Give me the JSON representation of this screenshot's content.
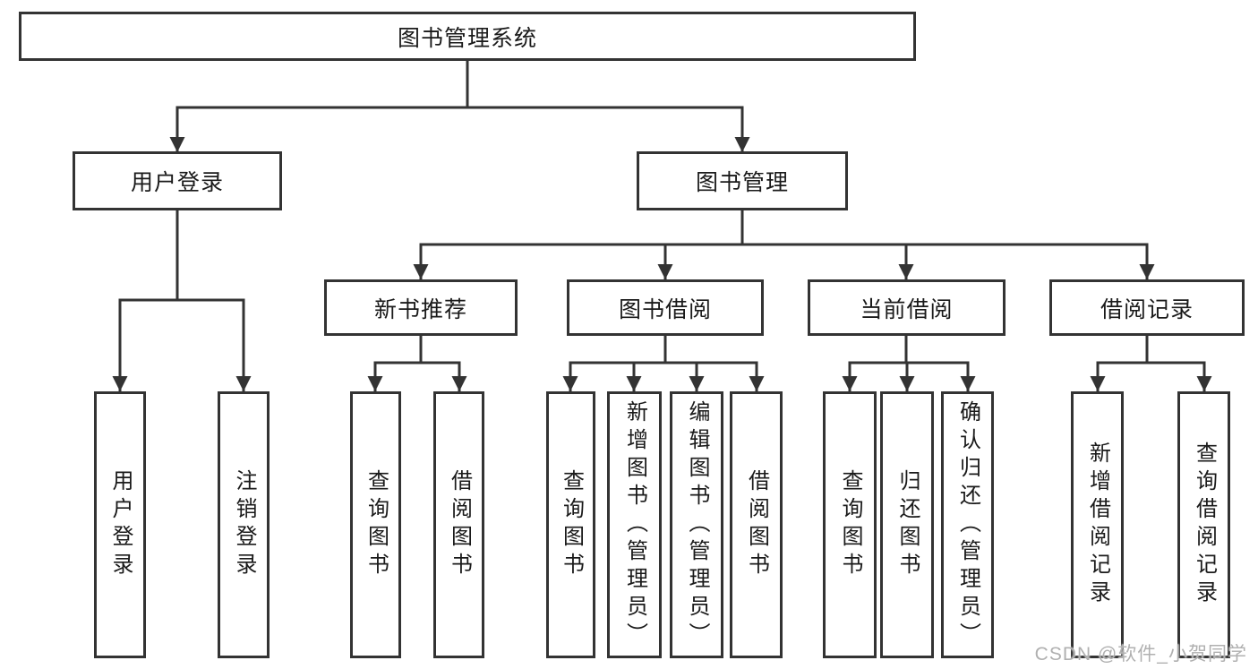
{
  "diagram_type": "hierarchy-tree",
  "tree": {
    "root": {
      "label": "图书管理系统",
      "children": [
        {
          "label": "用户登录",
          "children": [
            {
              "label": "用户登录"
            },
            {
              "label": "注销登录"
            }
          ]
        },
        {
          "label": "图书管理",
          "children": [
            {
              "label": "新书推荐",
              "children": [
                {
                  "label": "查询图书"
                },
                {
                  "label": "借阅图书"
                }
              ]
            },
            {
              "label": "图书借阅",
              "children": [
                {
                  "label": "查询图书"
                },
                {
                  "label": "新增图书（管理员）"
                },
                {
                  "label": "编辑图书（管理员）"
                },
                {
                  "label": "借阅图书"
                }
              ]
            },
            {
              "label": "当前借阅",
              "children": [
                {
                  "label": "查询图书"
                },
                {
                  "label": "归还图书"
                },
                {
                  "label": "确认归还（管理员）"
                }
              ]
            },
            {
              "label": "借阅记录",
              "children": [
                {
                  "label": "新增借阅记录"
                },
                {
                  "label": "查询借阅记录"
                }
              ]
            }
          ]
        }
      ]
    }
  },
  "watermark": {
    "text": "CSDN @软件_小贺同学"
  },
  "colors": {
    "line": "#333333",
    "box_border": "#333333",
    "box_background": "#ffffff",
    "text": "#1a1a1a",
    "watermark_text": "#b0b0b0"
  }
}
